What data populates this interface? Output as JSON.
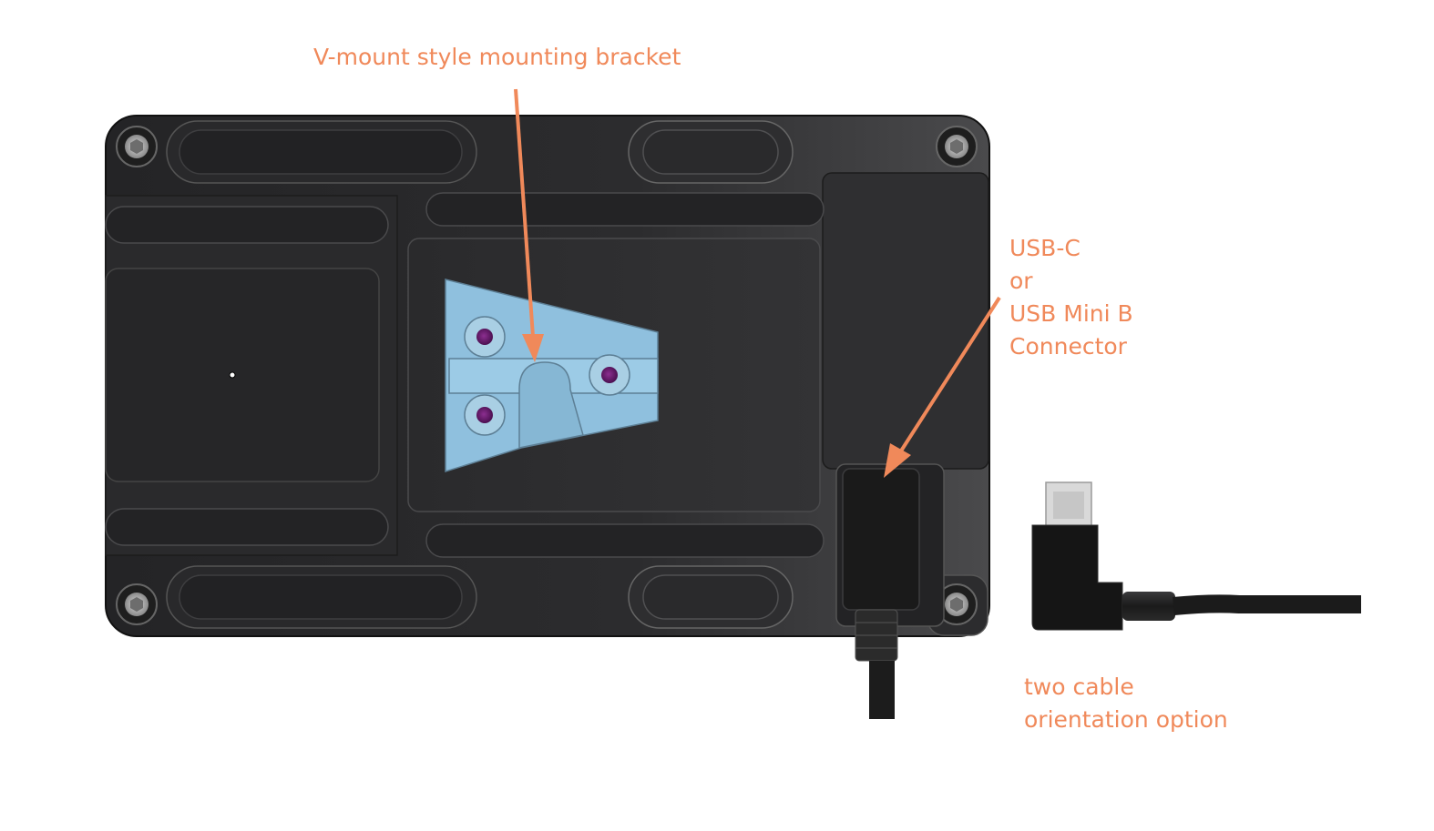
{
  "annotations": {
    "bracket": "V-mount style mounting bracket",
    "connector_lines": [
      "USB-C",
      "or",
      "USB Mini B",
      "Connector"
    ],
    "cable_lines": [
      "two cable",
      "orientation option"
    ]
  },
  "colors": {
    "annotation": "#f0895a",
    "housing": "#2e2e30",
    "bracket": "#8fc0de",
    "bolt": "#6a1a6e"
  },
  "icons": {
    "screws": "hex-socket-screw-icon",
    "bracket": "v-mount-bracket-icon",
    "connector": "usb-connector-icon",
    "cable": "right-angle-usb-cable-icon"
  }
}
